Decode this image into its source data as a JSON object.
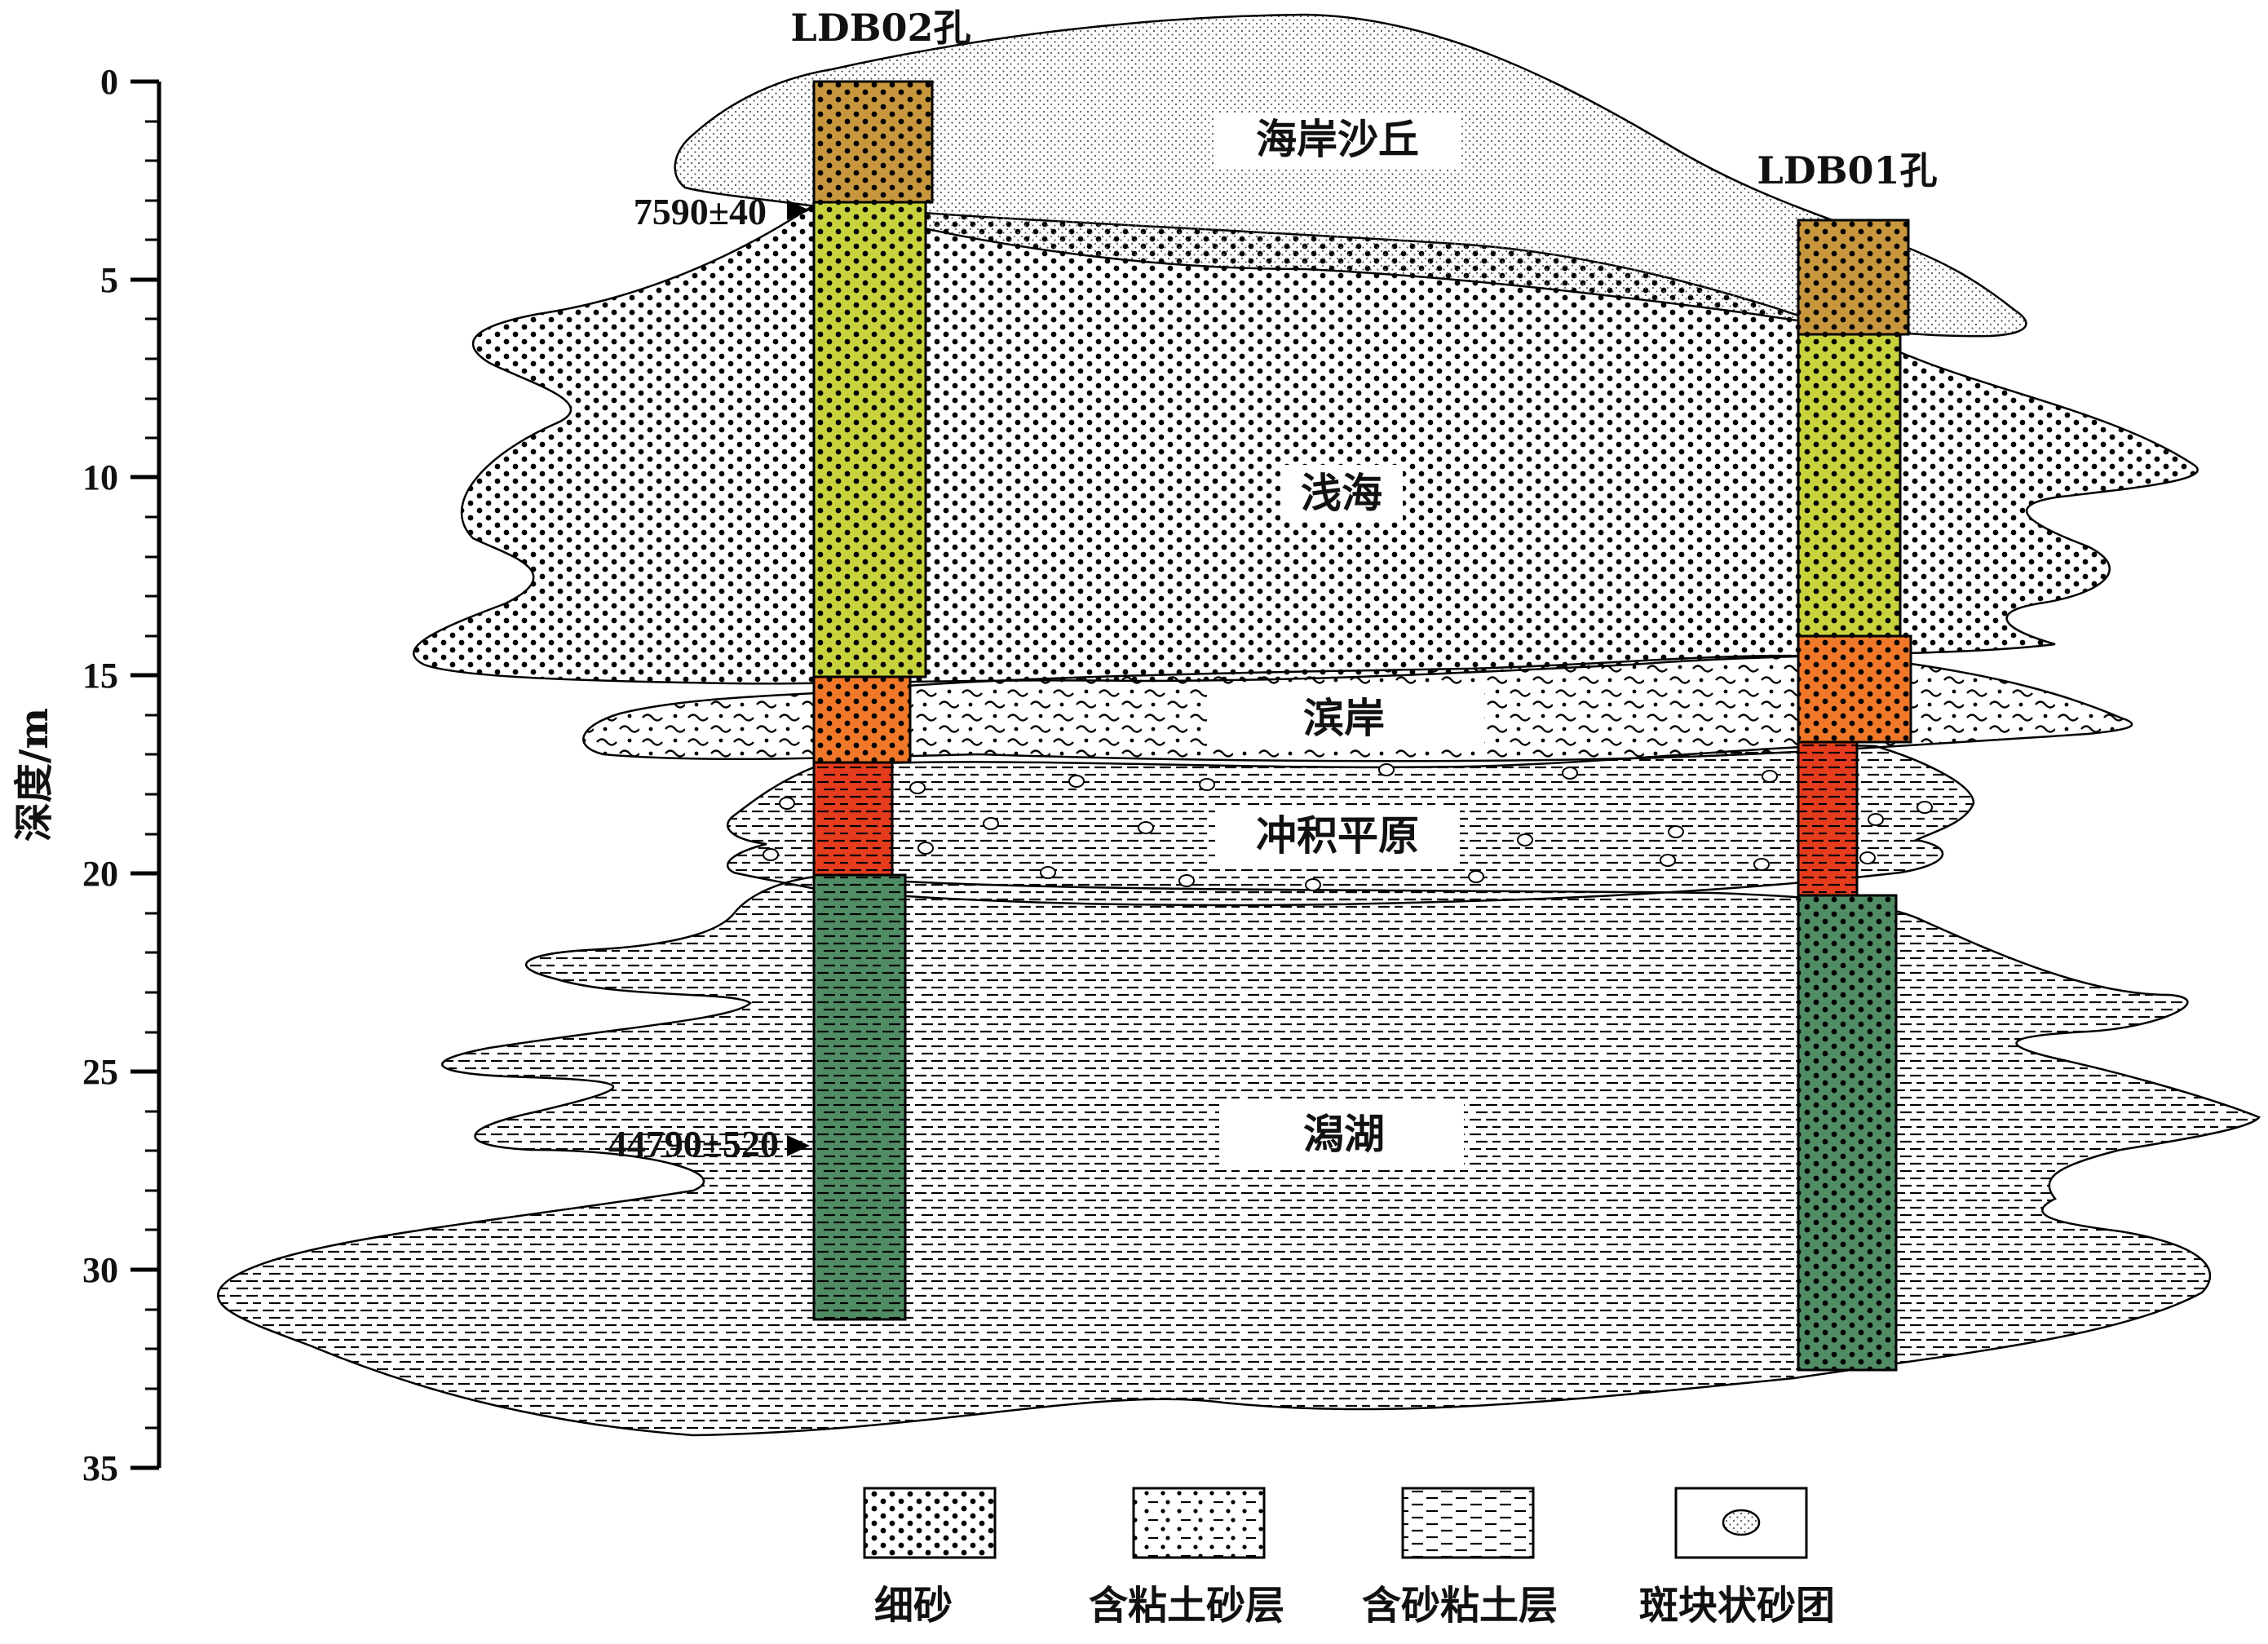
{
  "axis": {
    "label": "深度/m",
    "ticks": [
      "0",
      "5",
      "10",
      "15",
      "20",
      "25",
      "30",
      "35"
    ]
  },
  "boreholes": {
    "ldb02": "LDB02孔",
    "ldb01": "LDB01孔"
  },
  "dates": {
    "upper": "7590±40",
    "lower": "44790±520"
  },
  "facies": {
    "dune": "海岸沙丘",
    "shallow_sea": "浅海",
    "beach": "滨岸",
    "alluvial": "冲积平原",
    "lagoon": "潟湖"
  },
  "legend": [
    {
      "label": "细砂",
      "pattern": "dots"
    },
    {
      "label": "含粘土砂层",
      "pattern": "dots-dashes"
    },
    {
      "label": "含砂粘土层",
      "pattern": "dashes"
    },
    {
      "label": "斑块状砂团",
      "pattern": "nodule"
    }
  ],
  "colors": {
    "dune_fill": "#dcdcdc",
    "brown": "#c8963c",
    "yellow_green": "#c8d23c",
    "orange": "#f07828",
    "red": "#e63c1e",
    "green": "#508c64"
  }
}
